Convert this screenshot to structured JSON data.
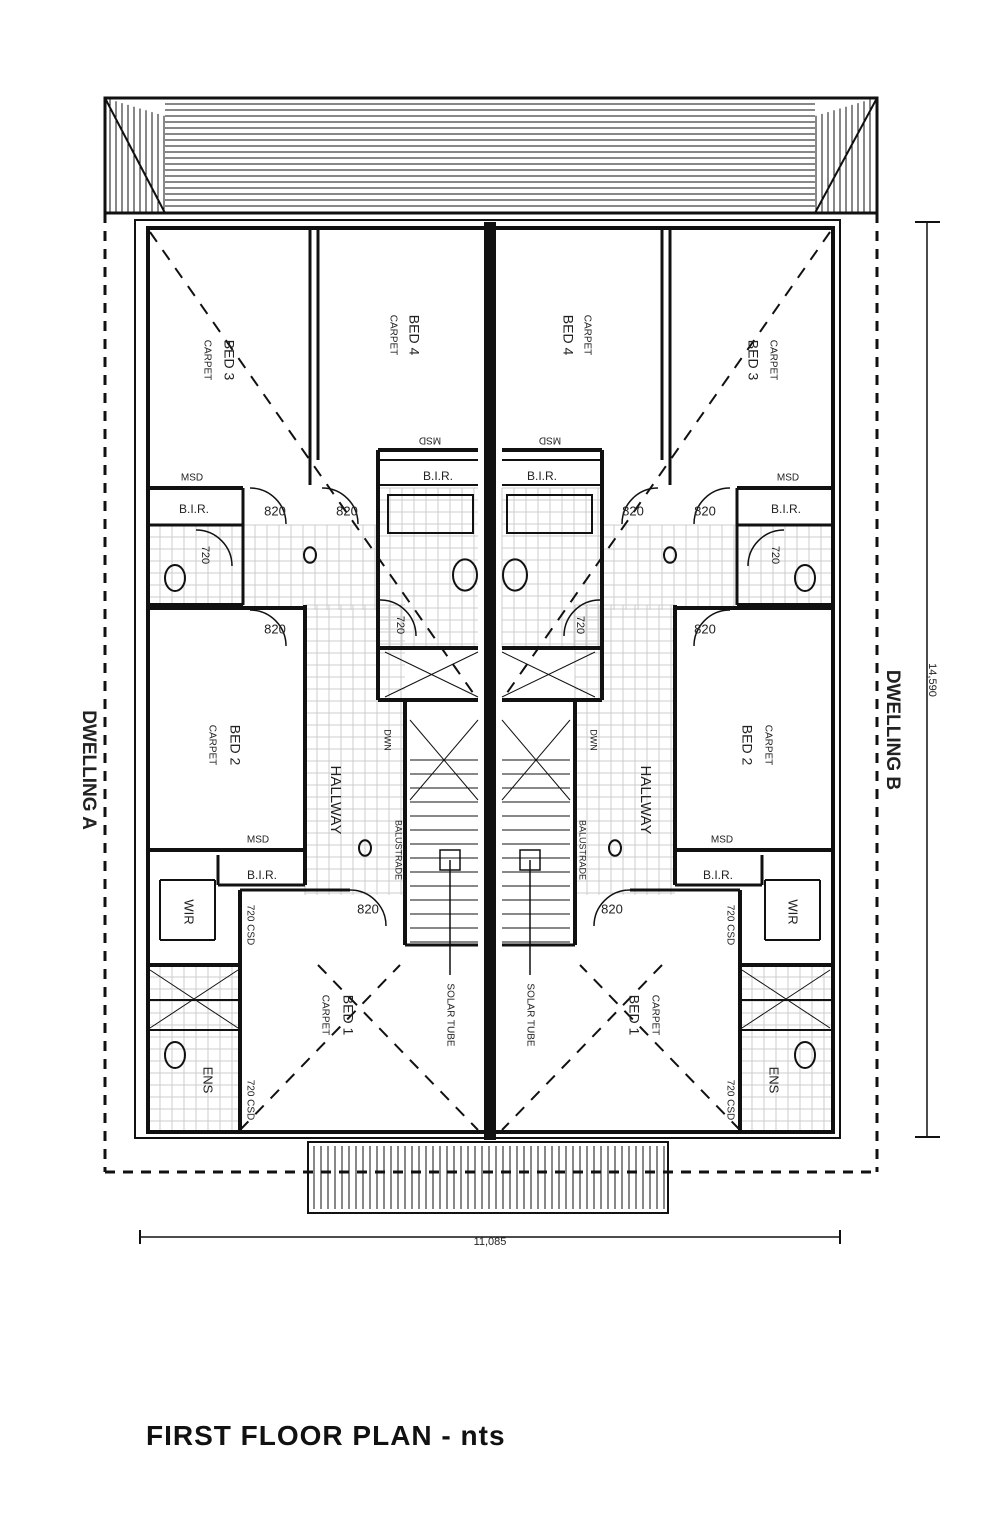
{
  "title": "FIRST FLOOR PLAN - nts",
  "dwellings": {
    "a": "DWELLING A",
    "b": "DWELLING B"
  },
  "dimensions": {
    "width": "11,085",
    "depth": "14,590"
  },
  "rooms": {
    "bed1": "BED 1",
    "bed2": "BED 2",
    "bed3": "BED 3",
    "bed4": "BED 4",
    "carpet": "CARPET",
    "bir": "B.I.R.",
    "msd": "MSD",
    "wir": "WIR",
    "ens": "ENS",
    "hallway": "HALLWAY",
    "solar_tube": "SOLAR TUBE",
    "dwn": "DWN",
    "balustrade": "BALUSTRADE"
  },
  "doors": {
    "d820": "820",
    "d720": "720",
    "d720csd": "720 CSD"
  },
  "colors": {
    "line": "#111111",
    "tile_grid": "#cccccc"
  }
}
